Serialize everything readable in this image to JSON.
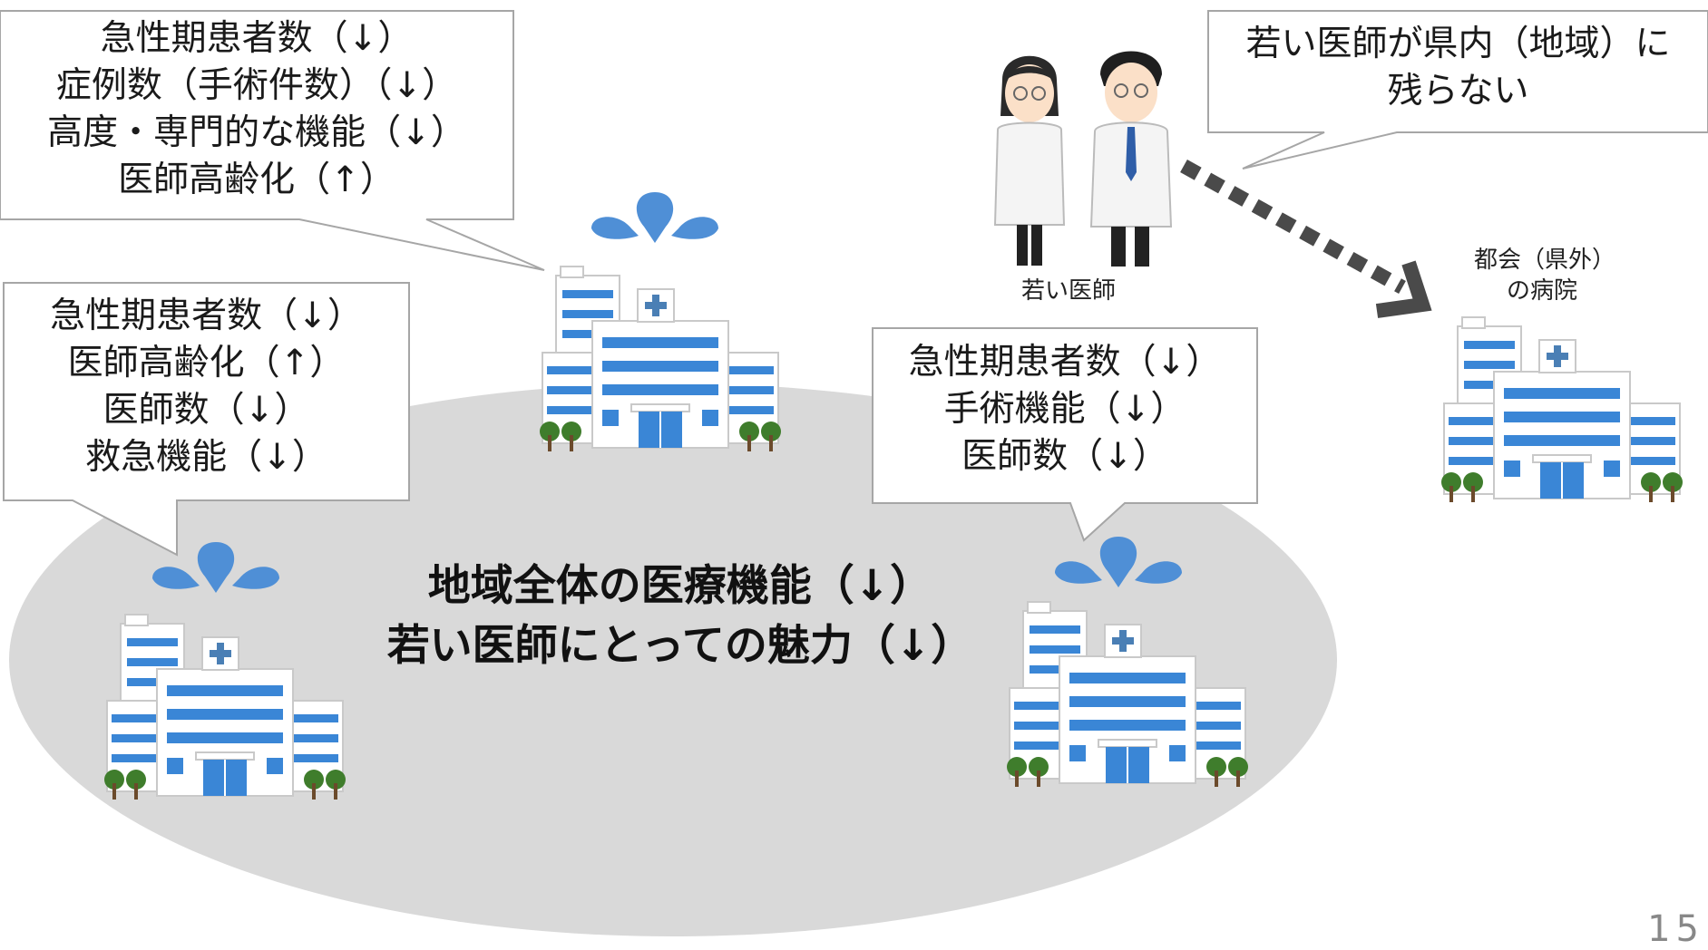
{
  "callouts": {
    "top_left": [
      "急性期患者数（↓）",
      "症例数（手術件数）（↓）",
      "高度・専門的な機能（↓）",
      "医師高齢化（↑）"
    ],
    "mid_left": [
      "急性期患者数（↓）",
      "医師高齢化（↑）",
      "医師数（↓）",
      "救急機能（↓）"
    ],
    "mid_right": [
      "急性期患者数（↓）",
      "手術機能（↓）",
      "医師数（↓）"
    ],
    "top_right": [
      "若い医師が県内（地域）に",
      "残らない"
    ]
  },
  "center_text": [
    "地域全体の医療機能（↓）",
    "若い医師にとっての魅力（↓）"
  ],
  "labels": {
    "young_doctors": "若い医師",
    "city_hospital": [
      "都会（県外）",
      "の病院"
    ]
  },
  "page_number": "15",
  "colors": {
    "region_ellipse": "#d9d9d9",
    "arrow": "#4a4a4a",
    "building_blue": "#3a86d6",
    "drop_blue": "#4f8fd6",
    "callout_border": "#a6a6a6"
  },
  "icons": [
    "hospital-icon",
    "sweat-drops-icon",
    "doctor-woman-icon",
    "doctor-man-icon",
    "dotted-arrow-icon"
  ]
}
